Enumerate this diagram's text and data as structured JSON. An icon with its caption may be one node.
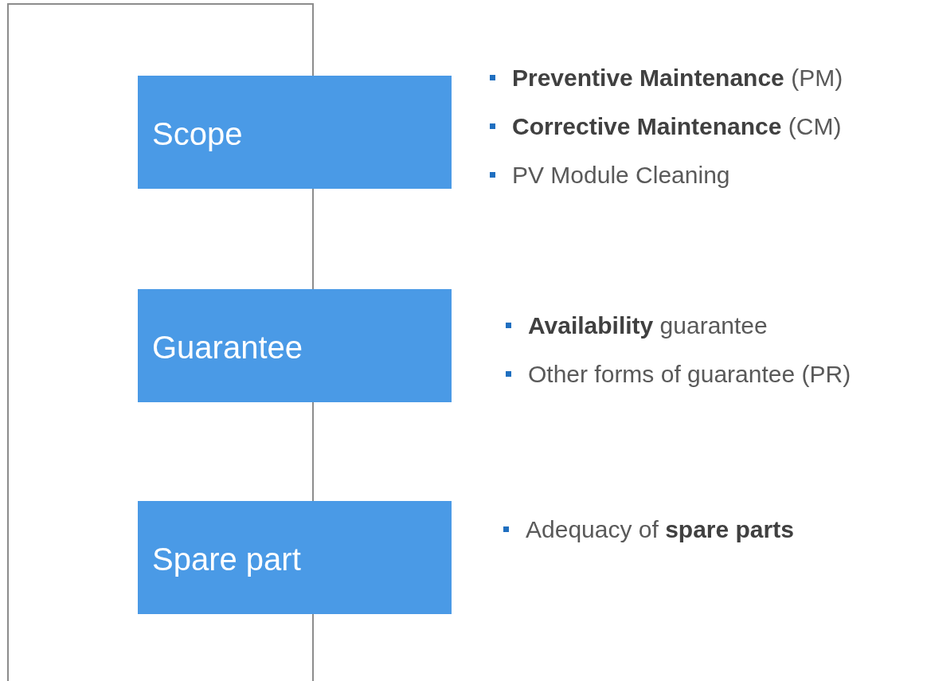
{
  "diagram": {
    "nodes": [
      {
        "text": [
          "Scope"
        ],
        "beside": [
          "**Preventive Maintenance** (PM)",
          "**Corrective Maintenance** (CM)",
          "PV Module Cleaning"
        ]
      },
      {
        "text": [
          "Guarantee"
        ],
        "beside": [
          "**Availability** guarantee",
          "Other forms of guarantee (PR)"
        ]
      },
      {
        "text": [
          "Spare part"
        ],
        "beside": [
          "Adequacy of **spare parts**"
        ]
      }
    ],
    "edges": [
      {
        "from": null,
        "to": 0,
        "arrow": "none"
      },
      {
        "from": 0,
        "to": 1,
        "arrow": "none"
      },
      {
        "from": 1,
        "to": 2,
        "arrow": "none"
      },
      {
        "from": 2,
        "to": null,
        "arrow": "none"
      }
    ]
  }
}
